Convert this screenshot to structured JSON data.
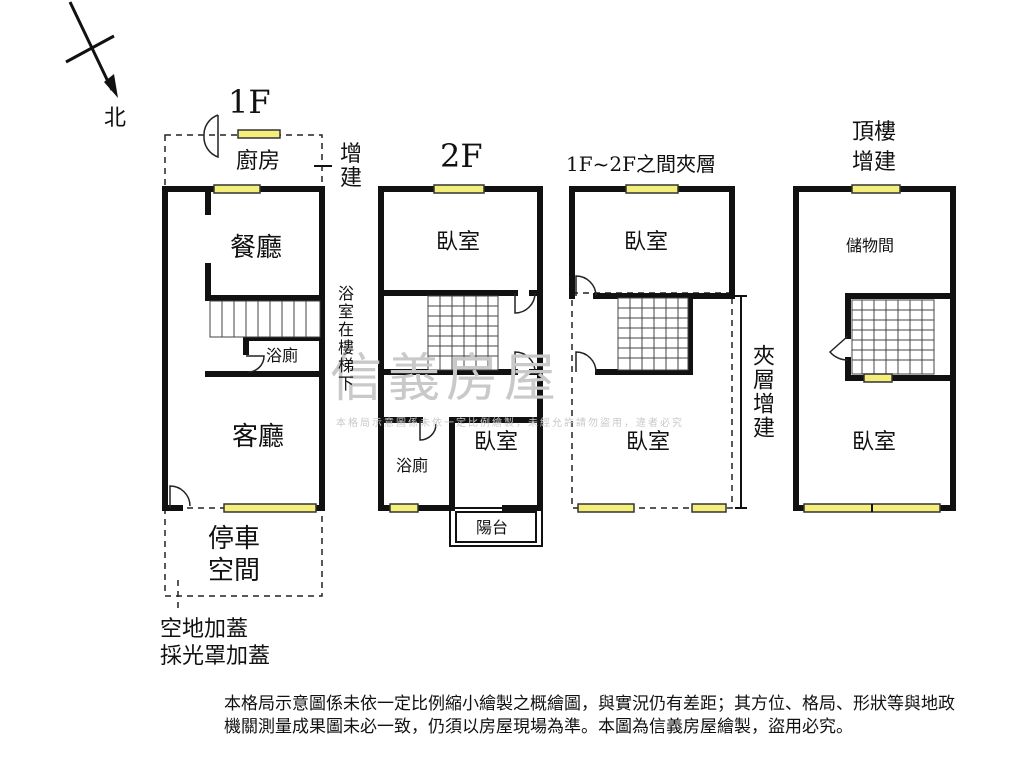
{
  "north": {
    "label": "北"
  },
  "floors": {
    "f1": {
      "title": "1F",
      "rooms": {
        "kitchen": "廚房",
        "dining": "餐廳",
        "bath": "浴廁",
        "living": "客廳",
        "parking": "停車\n空間"
      },
      "annotations": {
        "kitchen_ext": "增\n建",
        "bath_under_stairs": "浴室在樓梯下",
        "canopy": "空地加蓋\n採光罩加蓋"
      }
    },
    "f2": {
      "title": "2F",
      "rooms": {
        "bedroom_top": "臥室",
        "bath": "浴廁",
        "bedroom_bottom": "臥室",
        "balcony": "陽台"
      }
    },
    "mezz": {
      "title": "1F~2F之間夾層",
      "rooms": {
        "bedroom_top": "臥室",
        "bedroom_bottom": "臥室"
      },
      "annotations": {
        "mezz_ext": "夾層增建"
      }
    },
    "roof": {
      "title": "頂樓\n增建",
      "rooms": {
        "storage": "儲物間",
        "bedroom": "臥室"
      }
    }
  },
  "watermark": {
    "brand": "信義房屋",
    "notice": "本格局示意圖係未依一定比例繪製，未經允許請勿盜用，違者必究"
  },
  "disclaimer": "本格局示意圖係未依一定比例縮小繪製之概繪圖，與實況仍有差距；其方位、格局、形狀等與地政機關測量成果圖未必一致，仍須以房屋現場為準。本圖為信義房屋繪製，盜用必究。"
}
